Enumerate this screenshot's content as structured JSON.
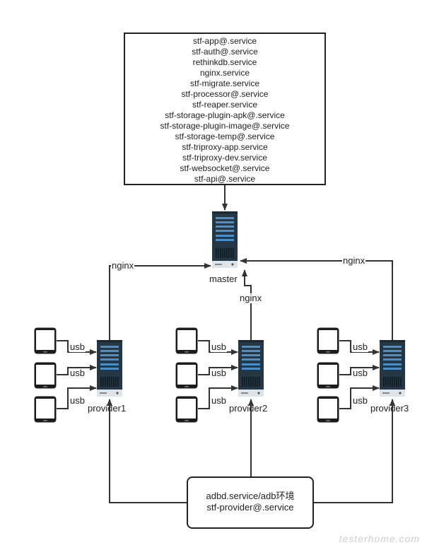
{
  "services_box": {
    "lines": [
      "stf-app@.service",
      "stf-auth@.service",
      "rethinkdb.service",
      "nginx.service",
      "stf-migrate.service",
      "stf-processor@.service",
      "stf-reaper.service",
      "stf-storage-plugin-apk@.service",
      "stf-storage-plugin-image@.service",
      "stf-storage-temp@.service",
      "stf-triproxy-app.service",
      "stf-triproxy-dev.service",
      "stf-websocket@.service",
      "stf-api@.service"
    ]
  },
  "master": {
    "label": "master"
  },
  "providers": [
    {
      "label": "provider1"
    },
    {
      "label": "provider2"
    },
    {
      "label": "provider3"
    }
  ],
  "connections": {
    "nginx": "nginx",
    "usb": "usb"
  },
  "bottom_box": {
    "line1": "adbd.service/adb环境",
    "line2": "stf-provider@.service"
  },
  "watermark": "testerhome.com",
  "colors": {
    "server_body": "#253745",
    "server_accent": "#4a8fc7",
    "line": "#333333"
  }
}
